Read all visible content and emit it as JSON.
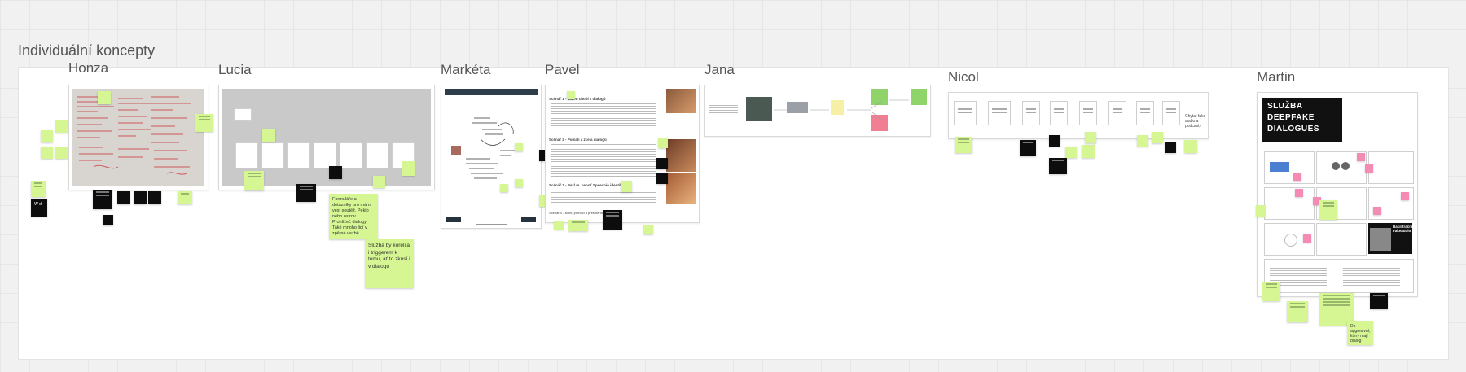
{
  "canvas": {
    "section_title": "Individuální koncepty",
    "columns": [
      {
        "id": "honza",
        "name": "Honza"
      },
      {
        "id": "lucia",
        "name": "Lucia"
      },
      {
        "id": "marketa",
        "name": "Markéta"
      },
      {
        "id": "pavel",
        "name": "Pavel"
      },
      {
        "id": "jana",
        "name": "Jana"
      },
      {
        "id": "nicol",
        "name": "Nicol"
      },
      {
        "id": "martin",
        "name": "Martin"
      }
    ]
  },
  "stickies": {
    "honza_dark": "W d",
    "lucia_note1": "Formuláře a dotazníky pro mám vést soutěž. Peklo nebo ostrov. Prohlížeč dialogy. Také mnoho lidí v zpětné vazbě.",
    "lucia_note2": "Služba by korelila i triggerem k tomu, ať to zkusí i v dialogu",
    "nicol_text": "Chytat fake audio a podcasty",
    "martin_note": "Do aggresivní, který mají dialog"
  },
  "pavel_doc": {
    "heading1": "Scénář 1 - Malen chodí z dialogů",
    "heading2": "Scénář 2 - Pomalí a zcela dialogů",
    "heading3": "Scénář 3 - Bezl m. neboť Speechio identifikace",
    "heading4": "Scénář 4 - Mohu pomoci a přesměrovat vše od"
  },
  "martin_board": {
    "title_line1": "SLUŽBA",
    "title_line2": "DEEPFAKE",
    "title_line3": "DIALOGUES",
    "fake_badge": "Bacilitrační Fakeaudio"
  },
  "colors": {
    "sticky_green": "#d5f692",
    "sticky_dark": "#0d0d0d",
    "sticky_pink": "#f58ab5"
  }
}
